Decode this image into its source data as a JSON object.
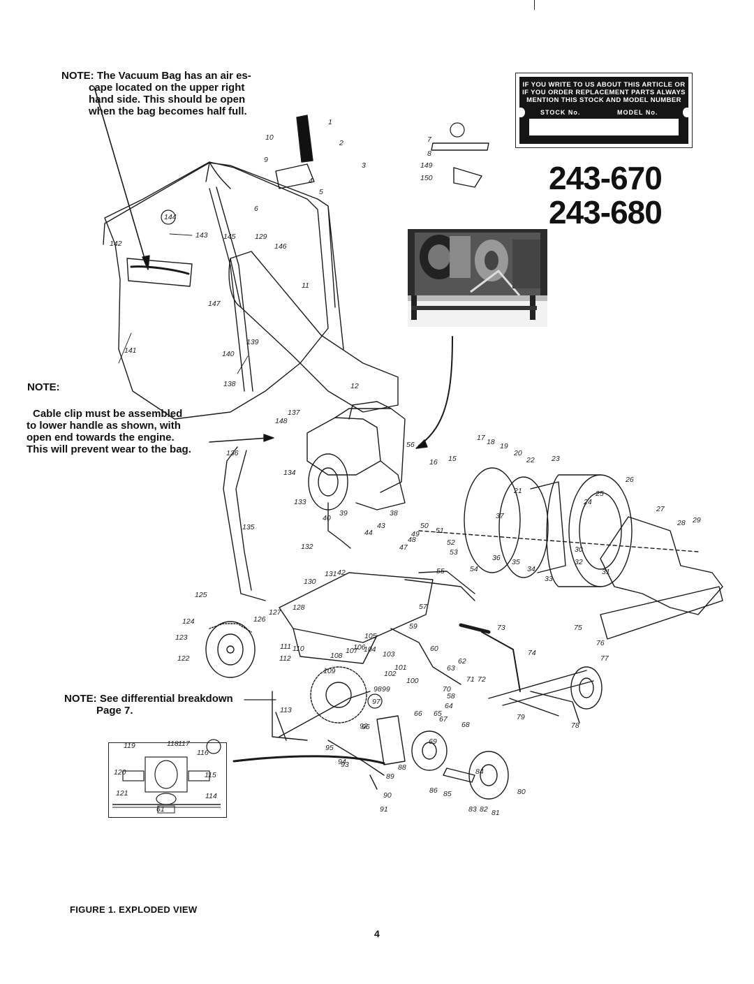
{
  "notes": {
    "vacuum_bag": [
      "NOTE: The Vacuum Bag has an air es-",
      "cape located on the upper right",
      "hand side. This should be open",
      "when the bag becomes half full."
    ],
    "cable_heading": "NOTE:",
    "cable_clip": [
      "Cable clip must be assembled",
      "to lower handle as shown, with",
      "open end towards the engine.",
      "This will prevent wear to the bag."
    ],
    "differential": [
      "NOTE: See differential breakdown",
      "Page 7."
    ]
  },
  "plate": {
    "lines": [
      "IF YOU WRITE TO US ABOUT THIS ARTICLE OR",
      "IF YOU ORDER REPLACEMENT PARTS ALWAYS",
      "MENTION THIS STOCK AND MODEL NUMBER"
    ],
    "stock_label": "STOCK No.",
    "model_label": "MODEL No."
  },
  "models": [
    "243-670",
    "243-680"
  ],
  "caption": "FIGURE 1. EXPLODED VIEW",
  "page_number": "4",
  "part_labels": [
    "1",
    "2",
    "3",
    "4",
    "5",
    "6",
    "7",
    "8",
    "9",
    "10",
    "11",
    "12",
    "15",
    "16",
    "17",
    "18",
    "19",
    "20",
    "21",
    "22",
    "23",
    "24",
    "25",
    "26",
    "27",
    "28",
    "29",
    "30",
    "31",
    "32",
    "33",
    "34",
    "35",
    "36",
    "37",
    "38",
    "39",
    "40",
    "42",
    "43",
    "44",
    "47",
    "48",
    "49",
    "50",
    "51",
    "52",
    "53",
    "54",
    "55",
    "56",
    "57",
    "58",
    "59",
    "60",
    "61",
    "62",
    "63",
    "64",
    "65",
    "66",
    "67",
    "68",
    "69",
    "70",
    "71",
    "72",
    "73",
    "74",
    "75",
    "76",
    "77",
    "78",
    "79",
    "80",
    "81",
    "82",
    "83",
    "84",
    "85",
    "86",
    "88",
    "89",
    "90",
    "91",
    "92",
    "93",
    "94",
    "95",
    "96",
    "97",
    "98",
    "99",
    "100",
    "101",
    "102",
    "103",
    "104",
    "105",
    "106",
    "107",
    "108",
    "109",
    "110",
    "111",
    "112",
    "113",
    "114",
    "115",
    "116",
    "117",
    "118",
    "119",
    "120",
    "121",
    "122",
    "123",
    "124",
    "125",
    "126",
    "127",
    "128",
    "129",
    "130",
    "131",
    "132",
    "133",
    "134",
    "135",
    "136",
    "137",
    "138",
    "139",
    "140",
    "141",
    "142",
    "143",
    "144",
    "145",
    "146",
    "147",
    "148",
    "149",
    "150"
  ]
}
